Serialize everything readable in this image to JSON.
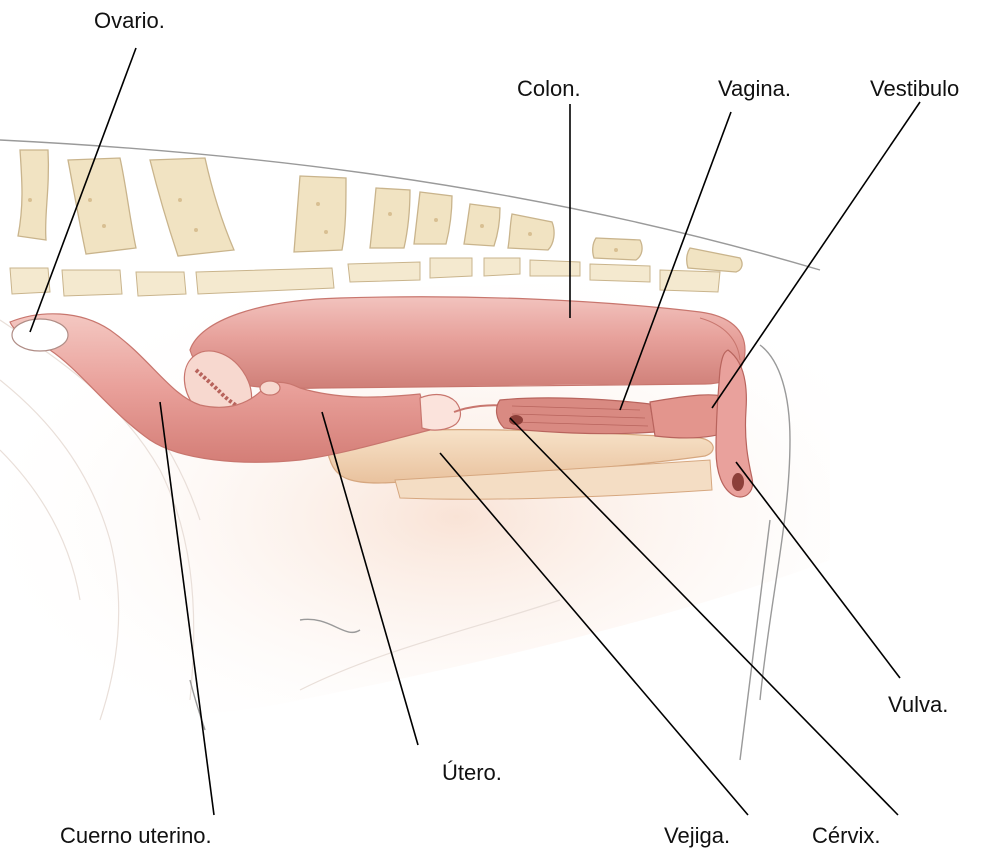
{
  "figure": {
    "labels": {
      "ovario": "Ovario.",
      "colon": "Colon.",
      "vagina": "Vagina.",
      "vestibulo": "Vestibulo",
      "vulva": "Vulva.",
      "utero": "Útero.",
      "cuerno": "Cuerno uterino.",
      "vejiga": "Vejiga.",
      "cervix": "Cérvix."
    },
    "colors": {
      "organ": "#e9a19c",
      "organ_dark": "#d98178",
      "bladder": "#f0cfae",
      "bone": "#f1e3c2",
      "skin": "#f7e4d8"
    }
  }
}
